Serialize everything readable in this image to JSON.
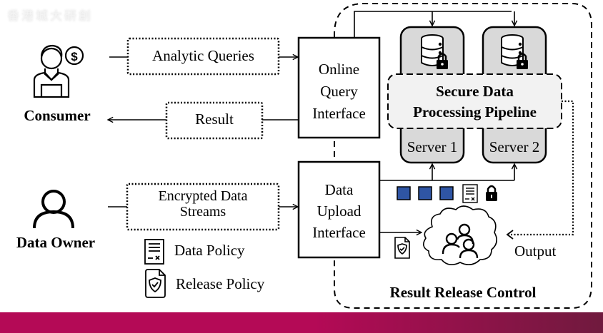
{
  "watermark": "香港城大研創",
  "actors": {
    "consumer": {
      "label": "Consumer",
      "icon": "person-with-dollar-icon"
    },
    "data_owner": {
      "label": "Data Owner",
      "icon": "person-outline-icon"
    }
  },
  "flows": {
    "analytic_queries": "Analytic Queries",
    "result": "Result",
    "encrypted_streams": [
      "Encrypted Data",
      "Streams"
    ]
  },
  "legend": {
    "data_policy": "Data Policy",
    "release_policy": "Release Policy"
  },
  "interfaces": {
    "online_query": [
      "Online",
      "Query",
      "Interface"
    ],
    "data_upload": [
      "Data",
      "Upload",
      "Interface"
    ]
  },
  "servers": {
    "server1": "Server 1",
    "server2": "Server 2"
  },
  "pipeline": {
    "title_line1": "Secure Data",
    "title_line2": "Processing Pipeline"
  },
  "release": {
    "output_label": "Output",
    "title": "Result Release Control"
  },
  "colors": {
    "server_fill": "#d9d9d9",
    "pipeline_fill": "#f2f2f2",
    "data_block": "#2f55a4",
    "banner_start": "#b40a56",
    "banner_end": "#701a3e"
  }
}
